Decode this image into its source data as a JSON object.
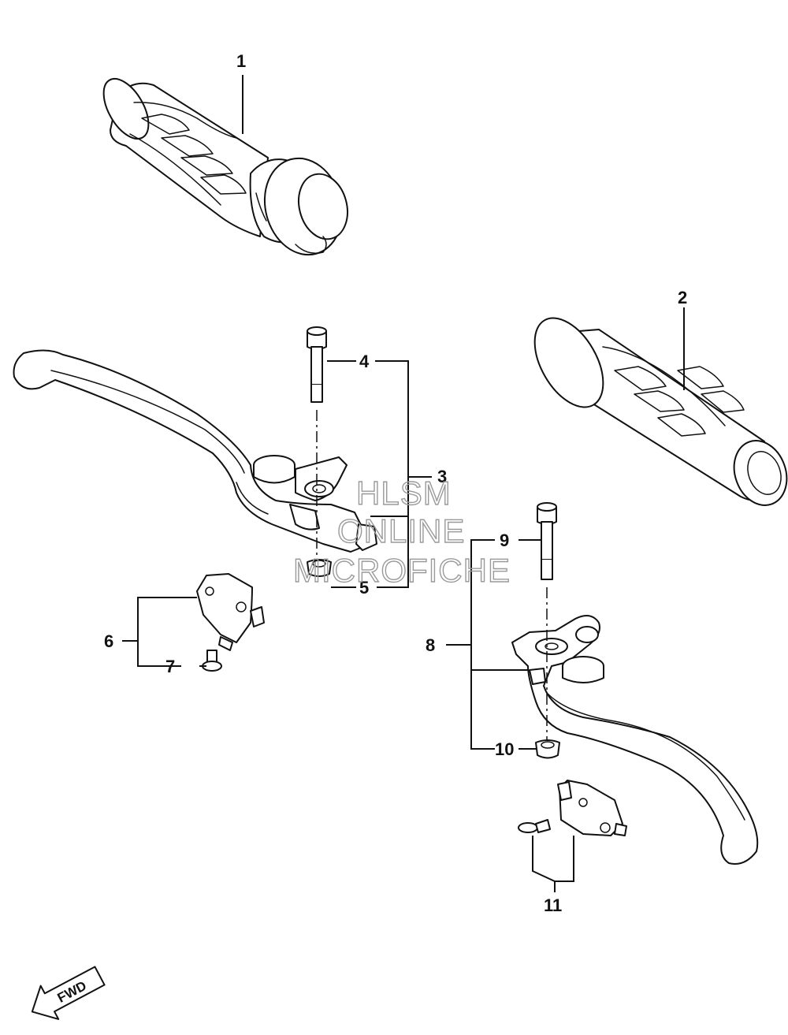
{
  "watermark": {
    "line1": "HLSM",
    "line2": "ONLINE",
    "line3": "MICROFICHE"
  },
  "callouts": {
    "c1": "1",
    "c2": "2",
    "c3": "3",
    "c4": "4",
    "c5": "5",
    "c6": "6",
    "c7": "7",
    "c8": "8",
    "c9": "9",
    "c10": "10",
    "c11": "11"
  },
  "fwd_label": "FWD",
  "colors": {
    "line": "#111111",
    "watermark": "#9a9a9a",
    "background": "#ffffff"
  },
  "icons": {
    "direction": "fwd-arrow-icon"
  }
}
